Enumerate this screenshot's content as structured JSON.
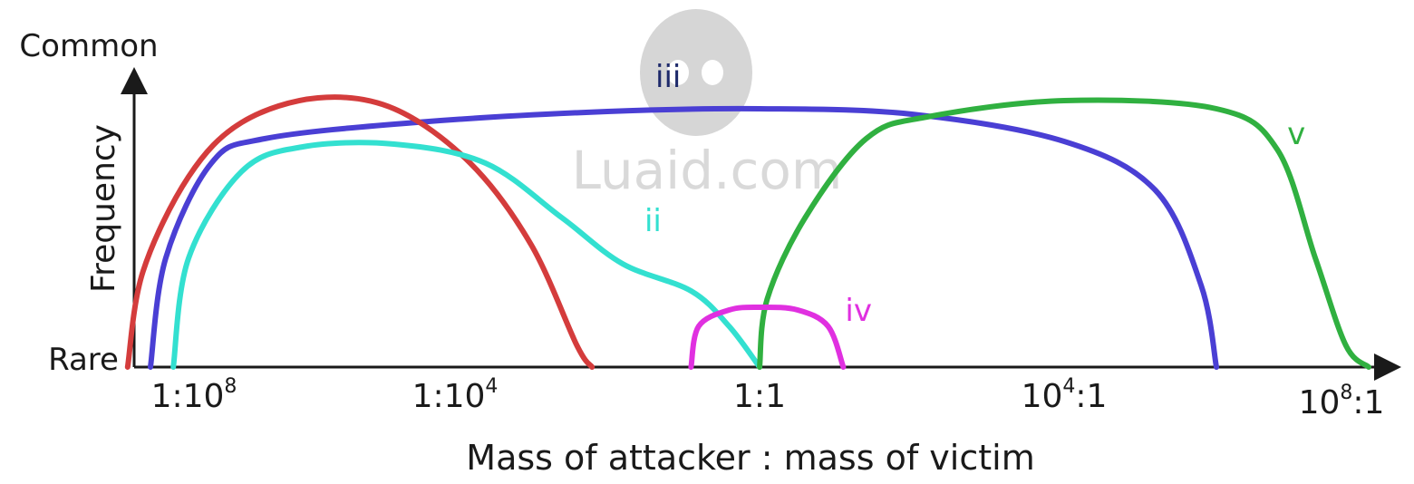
{
  "chart_data": {
    "type": "line",
    "xlabel": "Mass of attacker : mass of victim",
    "ylabel": "Frequency",
    "y_top_label": "Common",
    "y_bottom_label": "Rare",
    "x_ticks": [
      {
        "base": "1:10",
        "exp": "8",
        "suffix": "",
        "x": -8
      },
      {
        "base": "1:10",
        "exp": "4",
        "suffix": "",
        "x": -4
      },
      {
        "base": "1:1",
        "exp": "",
        "suffix": "",
        "x": 0
      },
      {
        "base": "10",
        "exp": "4",
        "suffix": ":1",
        "x": 4
      },
      {
        "base": "10",
        "exp": "8",
        "suffix": ":1",
        "x": 8
      }
    ],
    "x_scale": "log10 of mass ratio",
    "xlim": [
      -8,
      8
    ],
    "ylim": [
      0,
      1
    ],
    "grid": false,
    "watermark": "Luaid.com",
    "series": [
      {
        "name": "",
        "color": "#d43c3c",
        "points": [
          [
            -8.3,
            0
          ],
          [
            -8.1,
            0.35
          ],
          [
            -7.5,
            0.7
          ],
          [
            -6.8,
            0.9
          ],
          [
            -5.8,
            0.99
          ],
          [
            -4.8,
            0.95
          ],
          [
            -3.8,
            0.75
          ],
          [
            -3.0,
            0.45
          ],
          [
            -2.4,
            0.08
          ],
          [
            -2.2,
            0
          ]
        ]
      },
      {
        "name": "ii",
        "color": "#33e0d0",
        "label_pos": [
          -1.4,
          0.5
        ],
        "points": [
          [
            -7.7,
            0
          ],
          [
            -7.5,
            0.4
          ],
          [
            -6.8,
            0.72
          ],
          [
            -6.0,
            0.81
          ],
          [
            -4.8,
            0.82
          ],
          [
            -3.6,
            0.75
          ],
          [
            -2.6,
            0.55
          ],
          [
            -1.8,
            0.38
          ],
          [
            -0.9,
            0.28
          ],
          [
            -0.4,
            0.15
          ],
          [
            0,
            0
          ]
        ]
      },
      {
        "name": "iii",
        "color": "#4a3fd4",
        "label_pos": [
          -1.2,
          1.03
        ],
        "points": [
          [
            -8.0,
            0
          ],
          [
            -7.8,
            0.4
          ],
          [
            -7.2,
            0.75
          ],
          [
            -6.5,
            0.84
          ],
          [
            -4.5,
            0.9
          ],
          [
            -2.0,
            0.94
          ],
          [
            0,
            0.95
          ],
          [
            2.0,
            0.93
          ],
          [
            4.0,
            0.83
          ],
          [
            5.2,
            0.65
          ],
          [
            5.8,
            0.3
          ],
          [
            6.0,
            0
          ]
        ]
      },
      {
        "name": "iv",
        "color": "#e030e0",
        "label_pos": [
          1.3,
          0.17
        ],
        "points": [
          [
            -0.9,
            0
          ],
          [
            -0.8,
            0.15
          ],
          [
            -0.4,
            0.21
          ],
          [
            0,
            0.22
          ],
          [
            0.5,
            0.21
          ],
          [
            0.9,
            0.15
          ],
          [
            1.1,
            0
          ]
        ]
      },
      {
        "name": "v",
        "color": "#30b040",
        "label_pos": [
          7.05,
          0.82
        ],
        "points": [
          [
            0,
            0
          ],
          [
            0.1,
            0.25
          ],
          [
            0.6,
            0.55
          ],
          [
            1.4,
            0.84
          ],
          [
            2.2,
            0.92
          ],
          [
            4.0,
            0.98
          ],
          [
            6.0,
            0.95
          ],
          [
            6.8,
            0.8
          ],
          [
            7.3,
            0.4
          ],
          [
            7.7,
            0.08
          ],
          [
            8.0,
            0
          ]
        ]
      }
    ]
  }
}
